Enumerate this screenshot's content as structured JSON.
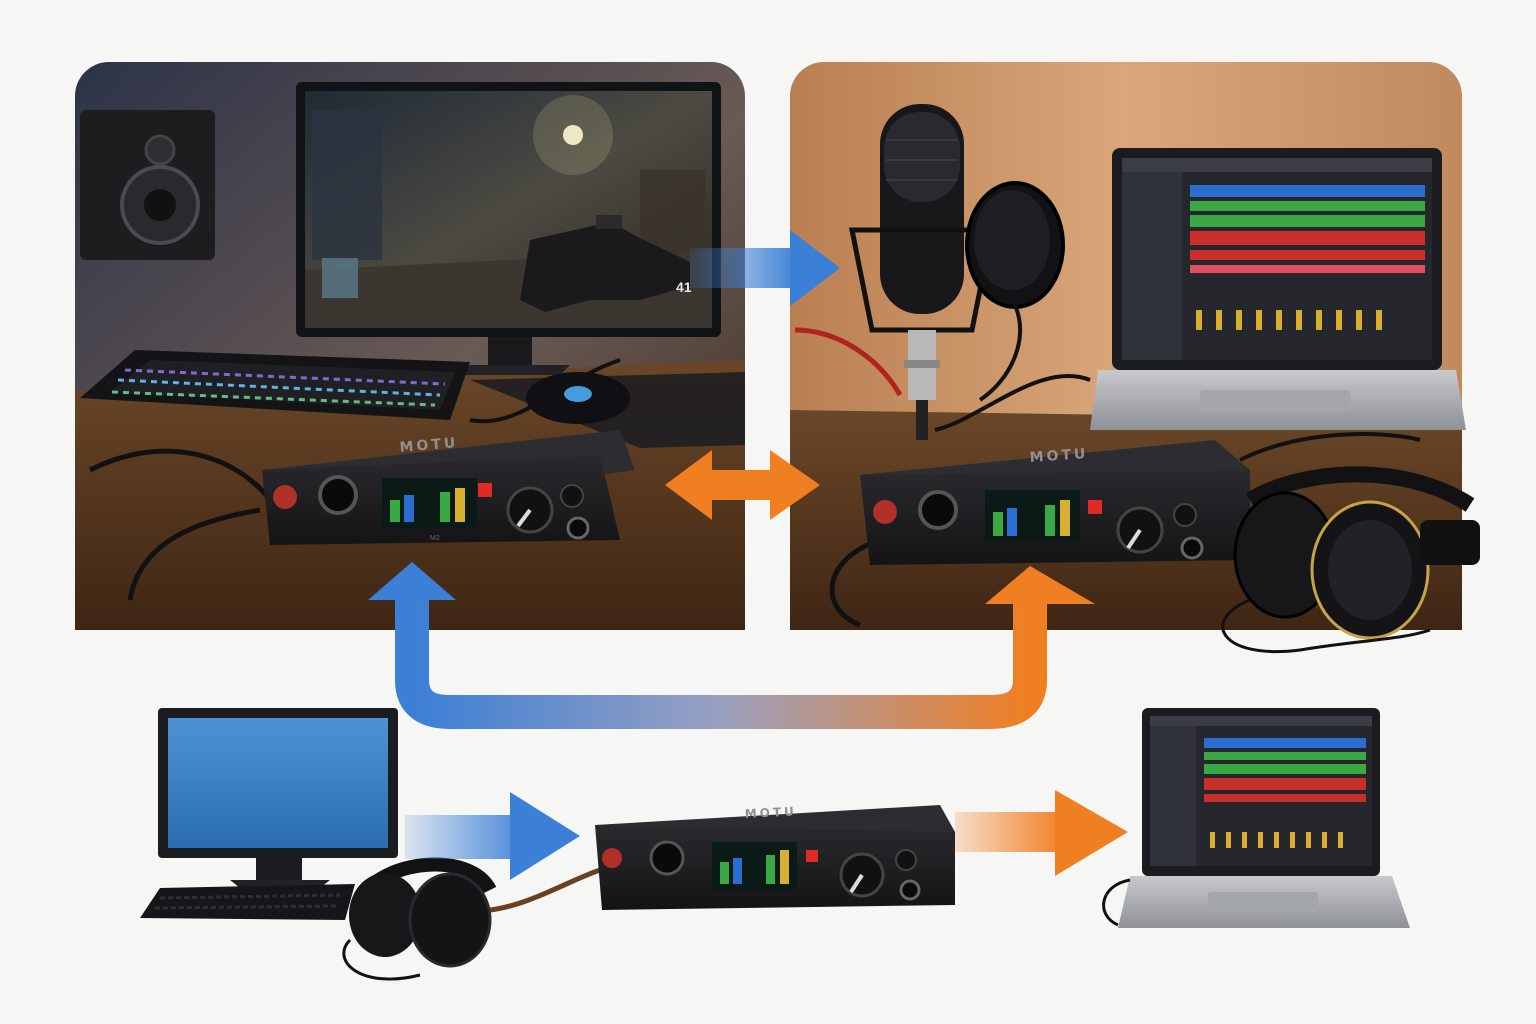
{
  "scene": {
    "description_free": true
  },
  "device": {
    "brand": "MOTU",
    "model": "M2"
  },
  "hud": {
    "ammo": "41"
  },
  "colors": {
    "blue_arrow": "#3b7fd6",
    "orange_arrow": "#f07f22",
    "panel_left_bg": "#3b3a4a",
    "panel_right_bg": "#c9966a",
    "desk_wood": "#5a3a22",
    "device_body": "#1c1c1f",
    "screen_blue": "#3a7fc4",
    "daw_green": "#39a845",
    "daw_red": "#c9302c",
    "daw_blue": "#2b6ed1"
  },
  "icons": [
    "studio-monitor-icon",
    "gaming-monitor-icon",
    "keyboard-icon",
    "mouse-icon",
    "microphone-icon",
    "pop-filter-icon",
    "laptop-icon",
    "headphones-icon",
    "audio-interface-icon",
    "desktop-computer-icon"
  ]
}
